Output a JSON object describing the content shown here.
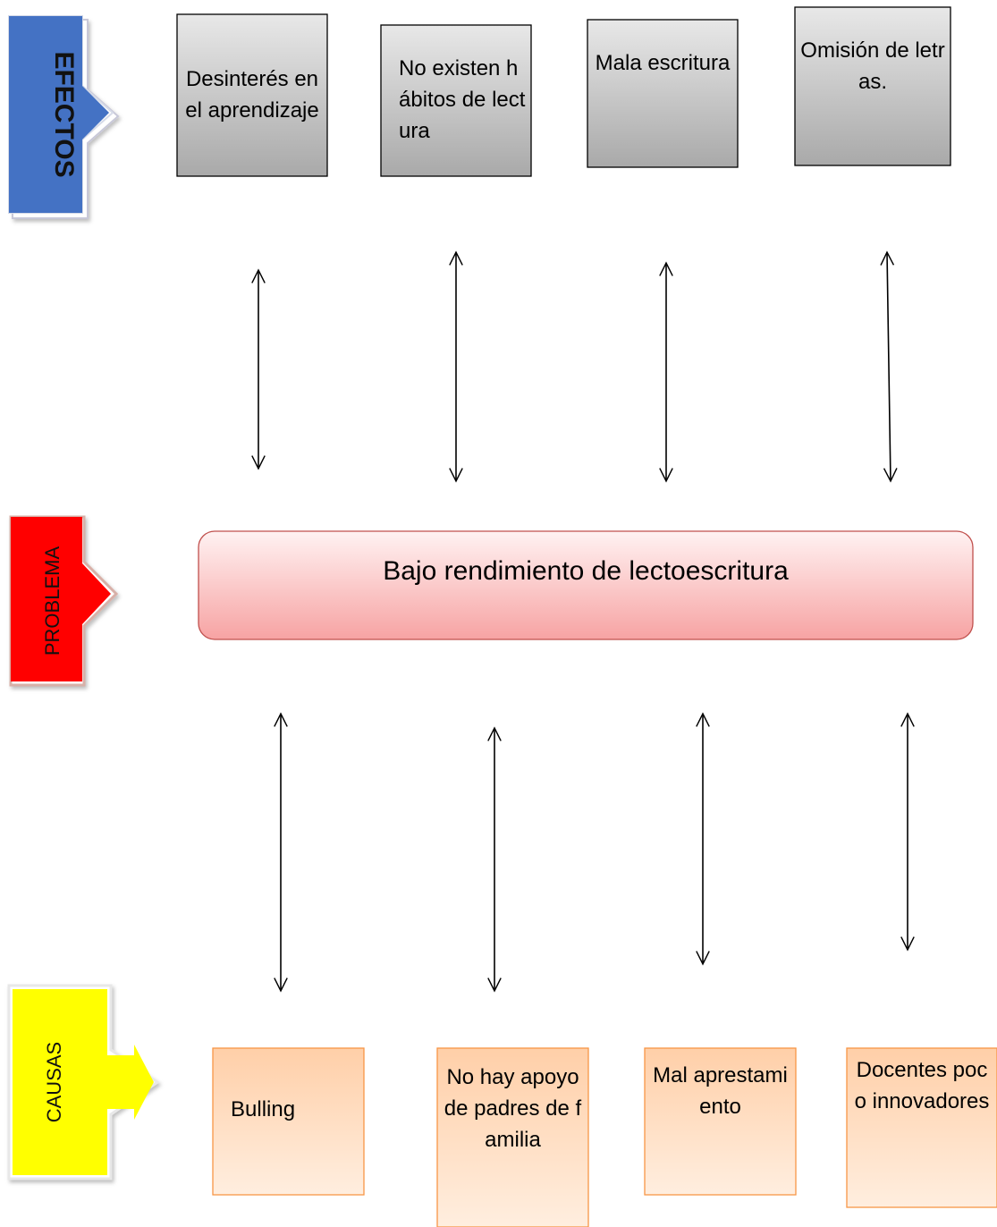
{
  "colors": {
    "effect_box_top": "#e8e8e8",
    "effect_box_bottom": "#a9a9a9",
    "problem_top": "#fff0f0",
    "problem_bottom": "#f7a5a5",
    "problem_border": "#c0504d",
    "cause_top": "#ffd6b3",
    "cause_bottom": "#ffeede",
    "cause_border": "#f79646",
    "efectos_tab": "#4472c4",
    "problema_tab": "#ff0000",
    "causas_tab": "#ffff00"
  },
  "labels": {
    "efectos": "EFECTOS",
    "problema": "PROBLEMA",
    "causas": "CAUSAS"
  },
  "problem": {
    "text": "Bajo rendimiento de lectoescritura"
  },
  "effects": [
    {
      "text": "Desinterés en el aprendizaje"
    },
    {
      "text": "No existen hábitos de lectura"
    },
    {
      "text": "Mala escritura"
    },
    {
      "text": "Omisión de letras."
    }
  ],
  "causes": [
    {
      "text": "Bulling"
    },
    {
      "text": "No hay apoyo de padres de familia"
    },
    {
      "text": "Mal aprestamiento"
    },
    {
      "text": "Docentes poco innovadores"
    }
  ]
}
